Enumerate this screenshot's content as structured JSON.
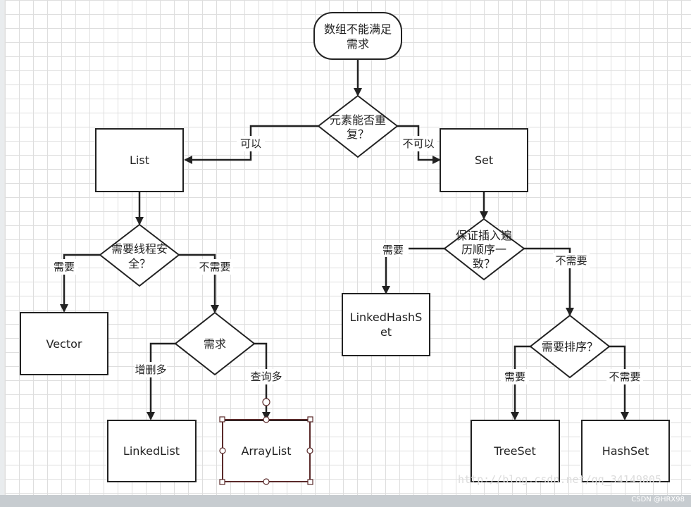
{
  "nodes": {
    "start": {
      "label_lines": [
        "数组不能满足",
        "需求"
      ]
    },
    "repeat_decision": {
      "label_lines": [
        "元素能否重",
        "复？"
      ]
    },
    "list": {
      "label_lines": [
        "List"
      ]
    },
    "set": {
      "label_lines": [
        "Set"
      ]
    },
    "thread_decision": {
      "label_lines": [
        "需要线程安",
        "全？"
      ]
    },
    "order_decision": {
      "label_lines": [
        "保证插入遍",
        "历顺序一",
        "致？"
      ]
    },
    "vector": {
      "label_lines": [
        "Vector"
      ]
    },
    "need_decision": {
      "label_lines": [
        "需求"
      ]
    },
    "linkedhashset": {
      "label_lines": [
        "LinkedHashS",
        "et"
      ]
    },
    "sort_decision": {
      "label_lines": [
        "需要排序？"
      ]
    },
    "linkedlist": {
      "label_lines": [
        "LinkedList"
      ]
    },
    "arraylist": {
      "label_lines": [
        "ArrayList"
      ]
    },
    "treeset": {
      "label_lines": [
        "TreeSet"
      ]
    },
    "hashset": {
      "label_lines": [
        "HashSet"
      ]
    }
  },
  "edge_labels": {
    "can": "可以",
    "cannot": "不可以",
    "thread_yes": "需要",
    "thread_no": "不需要",
    "order_yes": "需要",
    "order_no": "不需要",
    "add_delete_more": "增删多",
    "query_more": "查询多",
    "sort_yes": "需要",
    "sort_no": "不需要"
  },
  "watermark": "http://blog.csdn.net/qq_34149805",
  "credit": "CSDN @HRX98",
  "colors": {
    "stroke": "#222222",
    "grid": "#dedede",
    "selection": "#5a2a2a"
  }
}
